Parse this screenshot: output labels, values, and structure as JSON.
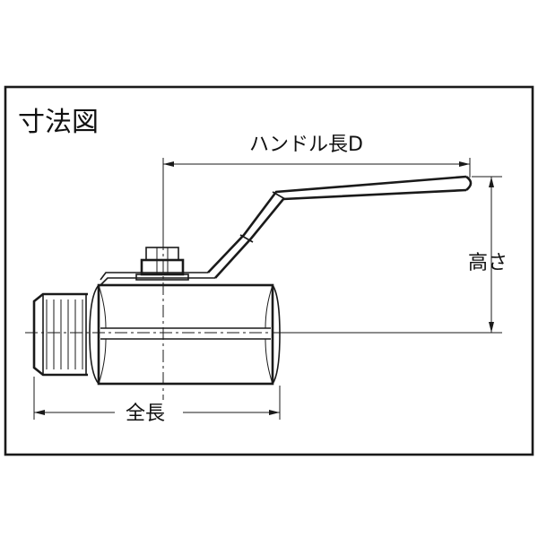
{
  "title": "寸法図",
  "dimensions": {
    "handle_length": "ハンドル長D",
    "height": "高さ",
    "overall_length": "全長"
  },
  "colors": {
    "line": "#1a1a1a",
    "background": "#ffffff"
  }
}
